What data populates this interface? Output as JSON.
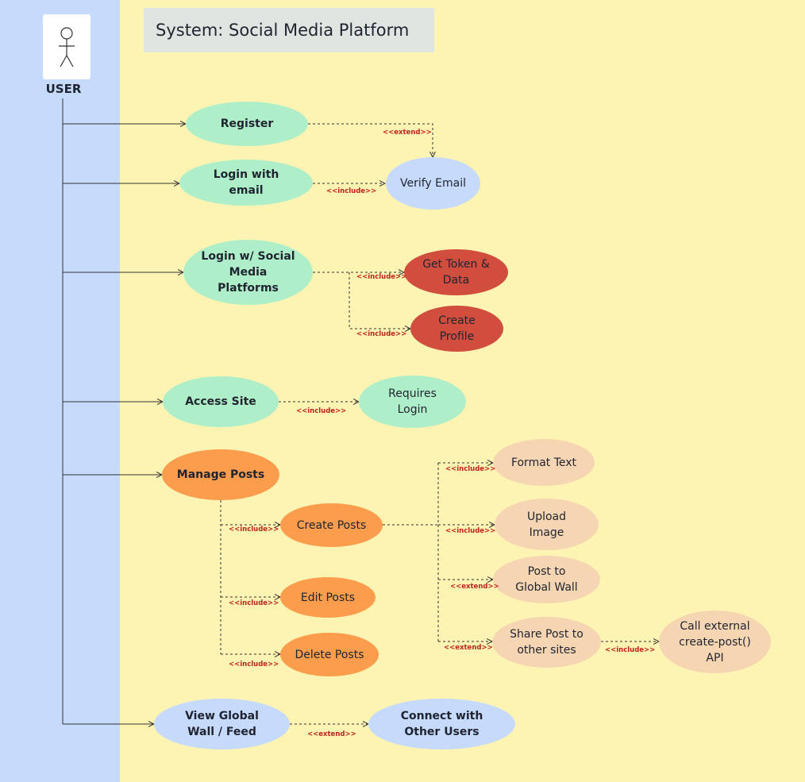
{
  "actor": {
    "label": "USER"
  },
  "system": {
    "title": "System: Social Media Platform"
  },
  "colors": {
    "background": "#fdf3b3",
    "actor_panel": "#c6dafc",
    "green": "#aeefc9",
    "blue": "#c6dafc",
    "red": "#d14e3e",
    "orange": "#fb9d4d",
    "peach": "#f6d5b3",
    "relation_text": "#c0241d"
  },
  "use_cases": {
    "register": "Register",
    "login_email": "Login with email",
    "verify_email": "Verify Email",
    "login_social": "Login w/ Social Media Platforms",
    "get_token": "Get Token & Data",
    "create_profile": "Create Profile",
    "access_site": "Access Site",
    "requires_login": "Requires Login",
    "manage_posts": "Manage Posts",
    "create_posts": "Create Posts",
    "edit_posts": "Edit Posts",
    "delete_posts": "Delete Posts",
    "format_text": "Format Text",
    "upload_image": "Upload Image",
    "post_global": "Post to Global Wall",
    "share_post": "Share Post to other sites",
    "call_api": "Call external create-post() API",
    "view_wall": "View Global Wall / Feed",
    "connect_users": "Connect with Other Users"
  },
  "relations": {
    "extend": "<<extend>>",
    "include": "<<include>>"
  }
}
